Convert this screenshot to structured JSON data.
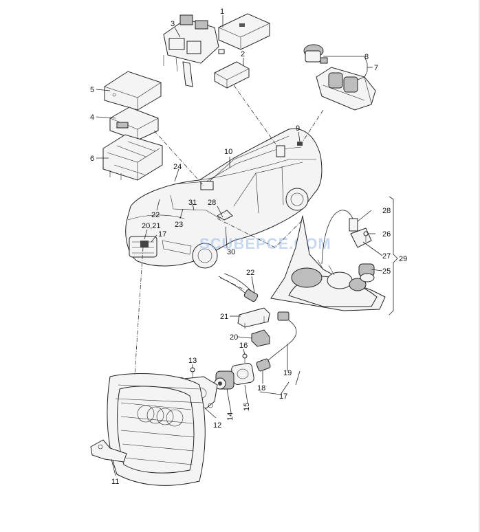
{
  "watermark": "SCUBEPCE.COM",
  "callouts": [
    {
      "id": "c1",
      "text": "1"
    },
    {
      "id": "c2",
      "text": "2"
    },
    {
      "id": "c3",
      "text": "3"
    },
    {
      "id": "c4",
      "text": "4"
    },
    {
      "id": "c5",
      "text": "5"
    },
    {
      "id": "c6",
      "text": "6"
    },
    {
      "id": "c7",
      "text": "7"
    },
    {
      "id": "c8",
      "text": "8"
    },
    {
      "id": "c9",
      "text": "9"
    },
    {
      "id": "c10",
      "text": "10"
    },
    {
      "id": "c11",
      "text": "11"
    },
    {
      "id": "c12",
      "text": "12"
    },
    {
      "id": "c13",
      "text": "13"
    },
    {
      "id": "c14",
      "text": "14"
    },
    {
      "id": "c15",
      "text": "15"
    },
    {
      "id": "c16",
      "text": "16"
    },
    {
      "id": "c17a",
      "text": "17"
    },
    {
      "id": "c17b",
      "text": "17"
    },
    {
      "id": "c18",
      "text": "18"
    },
    {
      "id": "c19",
      "text": "19"
    },
    {
      "id": "c20",
      "text": "20"
    },
    {
      "id": "c2021",
      "text": "20,21"
    },
    {
      "id": "c21",
      "text": "21"
    },
    {
      "id": "c22a",
      "text": "22"
    },
    {
      "id": "c22b",
      "text": "22"
    },
    {
      "id": "c23",
      "text": "23"
    },
    {
      "id": "c24",
      "text": "24"
    },
    {
      "id": "c25",
      "text": "25"
    },
    {
      "id": "c26",
      "text": "26"
    },
    {
      "id": "c27",
      "text": "27"
    },
    {
      "id": "c28a",
      "text": "28"
    },
    {
      "id": "c28b",
      "text": "28"
    },
    {
      "id": "c29",
      "text": "29"
    },
    {
      "id": "c30",
      "text": "30"
    },
    {
      "id": "c31",
      "text": "31"
    }
  ]
}
